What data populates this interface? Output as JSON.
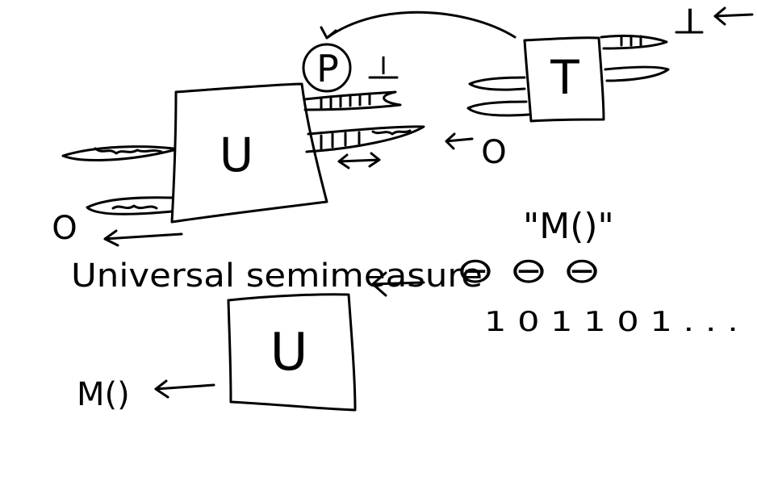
{
  "diagram": {
    "ink_color": "#000000",
    "background": "#ffffff",
    "top_machine": {
      "box_label": "U",
      "output_label": "O"
    },
    "printer": {
      "label": "P",
      "input_label": "I"
    },
    "transducer": {
      "label": "T",
      "input_label": "I",
      "output_label": "O"
    },
    "caption": "Universal semimeasure",
    "caption_quote": "\"M()\"",
    "input_coins": "⊖ ⊖ ⊖",
    "input_bits": "1 0 1 1 0 1 . . .",
    "bottom_machine": {
      "box_label": "U",
      "output_label": "M()"
    }
  }
}
